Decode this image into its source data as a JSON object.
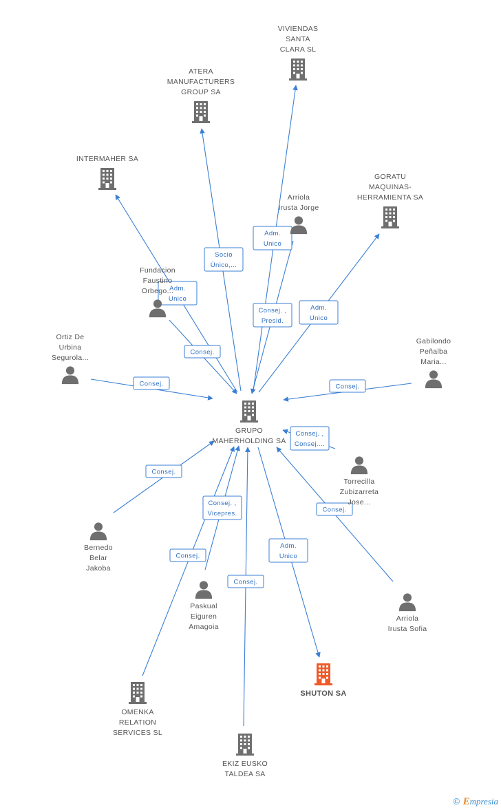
{
  "nodes": [
    {
      "id": "grupo",
      "type": "company",
      "label": [
        "GRUPO",
        "MAHERHOLDING SA"
      ],
      "icon": "building-icon",
      "color": "#6f6f6f"
    },
    {
      "id": "viviendas",
      "type": "company",
      "label": [
        "VIVIENDAS",
        "SANTA",
        "CLARA SL"
      ],
      "icon": "building-icon",
      "color": "#6f6f6f"
    },
    {
      "id": "atera",
      "type": "company",
      "label": [
        "ATERA",
        "MANUFACTURERS",
        "GROUP SA"
      ],
      "icon": "building-icon",
      "color": "#6f6f6f"
    },
    {
      "id": "intermaher",
      "type": "company",
      "label": [
        "INTERMAHER SA"
      ],
      "icon": "building-icon",
      "color": "#6f6f6f"
    },
    {
      "id": "goratu",
      "type": "company",
      "label": [
        "GORATU",
        "MAQUINAS-",
        "HERRAMIENTA SA"
      ],
      "icon": "building-icon",
      "color": "#6f6f6f"
    },
    {
      "id": "arriola_jorge",
      "type": "person",
      "label": [
        "Arriola",
        "Irusta Jorge"
      ],
      "icon": "person-icon",
      "color": "#6f6f6f"
    },
    {
      "id": "fundacion",
      "type": "person",
      "label": [
        "Fundacion",
        "Faustino",
        "Orbego..."
      ],
      "icon": "person-icon",
      "color": "#6f6f6f"
    },
    {
      "id": "ortiz",
      "type": "person",
      "label": [
        "Ortiz De",
        "Urbina",
        "Segurola..."
      ],
      "icon": "person-icon",
      "color": "#6f6f6f"
    },
    {
      "id": "gabilondo",
      "type": "person",
      "label": [
        "Gabilondo",
        "Peñalba",
        "Maria..."
      ],
      "icon": "person-icon",
      "color": "#6f6f6f"
    },
    {
      "id": "torrecilla",
      "type": "person",
      "label": [
        "Torrecilla",
        "Zubizarreta",
        "Jose..."
      ],
      "icon": "person-icon",
      "color": "#6f6f6f"
    },
    {
      "id": "bernedo",
      "type": "person",
      "label": [
        "Bernedo",
        "Belar",
        "Jakoba"
      ],
      "icon": "person-icon",
      "color": "#6f6f6f"
    },
    {
      "id": "paskual",
      "type": "person",
      "label": [
        "Paskual",
        "Eiguren",
        "Amagoia"
      ],
      "icon": "person-icon",
      "color": "#6f6f6f"
    },
    {
      "id": "arriola_sofia",
      "type": "person",
      "label": [
        "Arriola",
        "Irusta Sofia"
      ],
      "icon": "person-icon",
      "color": "#6f6f6f"
    },
    {
      "id": "shuton",
      "type": "company",
      "label": [
        "SHUTON SA"
      ],
      "icon": "building-icon",
      "color": "#f05a28",
      "highlight": true
    },
    {
      "id": "omenka",
      "type": "company",
      "label": [
        "OMENKA",
        "RELATION",
        "SERVICES  SL"
      ],
      "icon": "building-icon",
      "color": "#6f6f6f"
    },
    {
      "id": "ekiz",
      "type": "company",
      "label": [
        "EKIZ EUSKO",
        "TALDEA SA"
      ],
      "icon": "building-icon",
      "color": "#6f6f6f"
    }
  ],
  "edges": [
    {
      "from": "grupo",
      "to": "viviendas",
      "label": [
        "Adm.",
        "Unico"
      ]
    },
    {
      "from": "grupo",
      "to": "atera",
      "label": [
        "Socio",
        "Único,..."
      ]
    },
    {
      "from": "grupo",
      "to": "intermaher",
      "label": [
        "Adm.",
        "Unico"
      ]
    },
    {
      "from": "grupo",
      "to": "goratu",
      "label": [
        "Adm.",
        "Unico"
      ]
    },
    {
      "from": "arriola_jorge",
      "to": "grupo",
      "label": [
        "Consej. ,",
        "Presid."
      ]
    },
    {
      "from": "fundacion",
      "to": "grupo",
      "label": [
        "Consej."
      ]
    },
    {
      "from": "ortiz",
      "to": "grupo",
      "label": [
        "Consej."
      ]
    },
    {
      "from": "gabilondo",
      "to": "grupo",
      "label": [
        "Consej."
      ]
    },
    {
      "from": "torrecilla",
      "to": "grupo",
      "label": [
        "Consej. ,",
        "Consej...."
      ]
    },
    {
      "from": "bernedo",
      "to": "grupo",
      "label": [
        "Consej."
      ]
    },
    {
      "from": "paskual",
      "to": "grupo",
      "label": [
        "Consej. ,",
        "Vicepres."
      ]
    },
    {
      "from": "omenka",
      "to": "grupo",
      "label": [
        "Consej."
      ]
    },
    {
      "from": "ekiz",
      "to": "grupo",
      "label": [
        "Consej."
      ]
    },
    {
      "from": "arriola_sofia",
      "to": "grupo",
      "label": [
        "Consej."
      ]
    },
    {
      "from": "grupo",
      "to": "shuton",
      "label": [
        "Adm.",
        "Unico"
      ]
    }
  ],
  "footer": {
    "copyright": "©",
    "brand_initial": "E",
    "brand_rest": "mpresia"
  }
}
